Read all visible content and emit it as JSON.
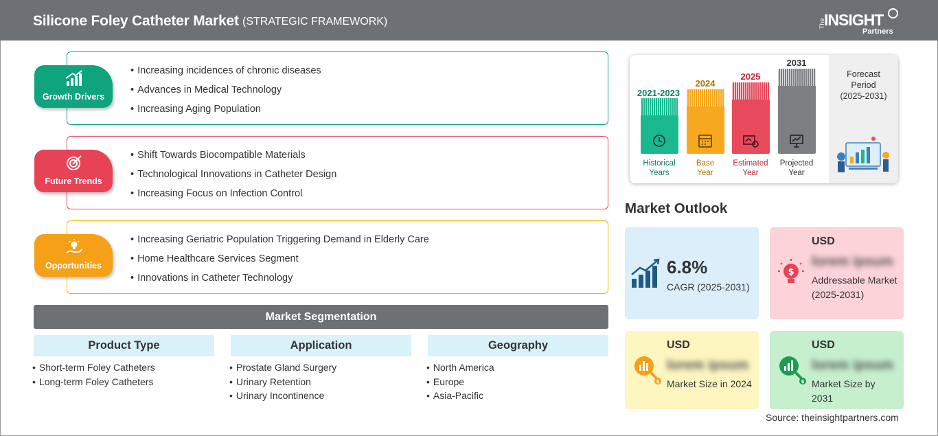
{
  "header": {
    "title": "Silicone Foley Catheter Market",
    "subtitle": "(STRATEGIC FRAMEWORK)",
    "logo": {
      "the": "The",
      "insight": "INSIGHT",
      "partners": "Partners"
    }
  },
  "cards": [
    {
      "badge": "Growth Drivers",
      "color": "#0fa37e",
      "items": [
        "Increasing incidences of chronic diseases",
        "Advances in Medical Technology",
        "Increasing Aging Population"
      ]
    },
    {
      "badge": "Future Trends",
      "color": "#e84257",
      "items": [
        "Shift Towards Biocompatible Materials",
        "Technological Innovations in Catheter Design",
        "Increasing Focus on Infection Control"
      ]
    },
    {
      "badge": "Opportunities",
      "color": "#f5a016",
      "items": [
        "Increasing Geriatric Population Triggering Demand in Elderly Care",
        "Home Healthcare Services Segment",
        "Innovations in Catheter Technology"
      ]
    }
  ],
  "segmentation": {
    "title": "Market Segmentation",
    "columns": [
      {
        "head": "Product Type",
        "items": [
          "Short-term Foley Catheters",
          "Long-term Foley Catheters"
        ]
      },
      {
        "head": "Application",
        "items": [
          "Prostate Gland Surgery",
          "Urinary Retention",
          "Urinary Incontinence"
        ]
      },
      {
        "head": "Geography",
        "items": [
          "North America",
          "Europe",
          "Asia-Pacific"
        ]
      }
    ]
  },
  "timeline": {
    "bars": [
      {
        "year": "2021-2023",
        "label1": "Historical",
        "label2": "Years",
        "color": "#1ab88f",
        "year_color": "#0e7f61"
      },
      {
        "year": "2024",
        "label1": "Base",
        "label2": "Year",
        "color": "#f6a821",
        "year_color": "#b56f00"
      },
      {
        "year": "2025",
        "label1": "Estimated",
        "label2": "Year",
        "color": "#e9495c",
        "year_color": "#c0263a"
      },
      {
        "year": "2031",
        "label1": "Projected",
        "label2": "Year",
        "color": "#7d7f82",
        "year_color": "#333333"
      }
    ],
    "forecast_line1": "Forecast",
    "forecast_line2": "Period",
    "forecast_years": "(2025-2031)"
  },
  "outlook": {
    "title": "Market Outlook",
    "cagr_value": "6.8%",
    "cagr_label": "CAGR (2025-2031)",
    "addressable_usd": "USD",
    "addressable_hidden": "lorem ipsum",
    "addressable_label": "Addressable Market (2025-2031)",
    "size2024_usd": "USD",
    "size2024_hidden": "lorem ipsum",
    "size2024_label": "Market Size in 2024",
    "size2031_usd": "USD",
    "size2031_hidden": "lorem ipsum",
    "size2031_label": "Market Size by 2031"
  },
  "source": "Source: theinsightpartners.com"
}
